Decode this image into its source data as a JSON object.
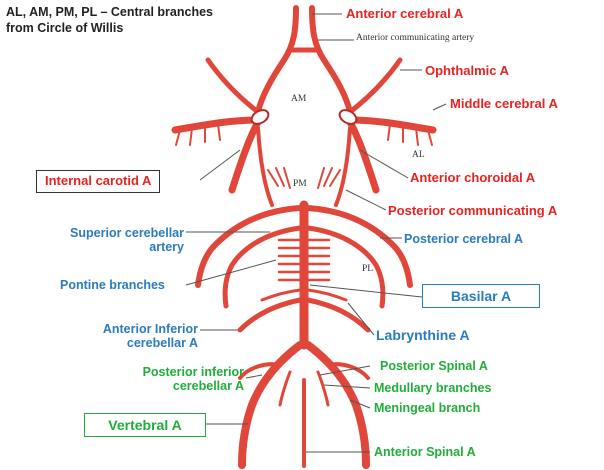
{
  "header": {
    "line1": "AL, AM, PM, PL – Central branches",
    "line2": "from Circle of Willis"
  },
  "labels": {
    "anterior_cerebral": "Anterior cerebral A",
    "anterior_communicating": "Anterior communicating artery",
    "ophthalmic": "Ophthalmic A",
    "middle_cerebral": "Middle cerebral A",
    "internal_carotid": "Internal carotid A",
    "anterior_choroidal": "Anterior choroidal A",
    "posterior_communicating": "Posterior communicating  A",
    "superior_cerebellar_1": "Superior cerebellar",
    "superior_cerebellar_2": "artery",
    "posterior_cerebral": "Posterior cerebral A",
    "pontine_branches": "Pontine branches",
    "basilar": "Basilar A",
    "anterior_inferior_1": "Anterior Inferior",
    "anterior_inferior_2": "cerebellar A",
    "labyrinthine": "Labrynthine A",
    "posterior_inferior_1": "Posterior inferior",
    "posterior_inferior_2": "cerebellar A",
    "posterior_spinal": "Posterior  Spinal A",
    "medullary": "Medullary branches",
    "meningeal": "Meningeal branch",
    "vertebral": "Vertebral A",
    "anterior_spinal": "Anterior Spinal A"
  },
  "region_labels": {
    "am": "AM",
    "pm": "PM",
    "al": "AL",
    "pl": "PL"
  },
  "colors": {
    "artery": "#e0473a",
    "artery_dark": "#b52a22",
    "red_text": "#e8231f",
    "blue_text": "#2a7bc0",
    "green_text": "#21ad3a",
    "leader": "#555555"
  }
}
